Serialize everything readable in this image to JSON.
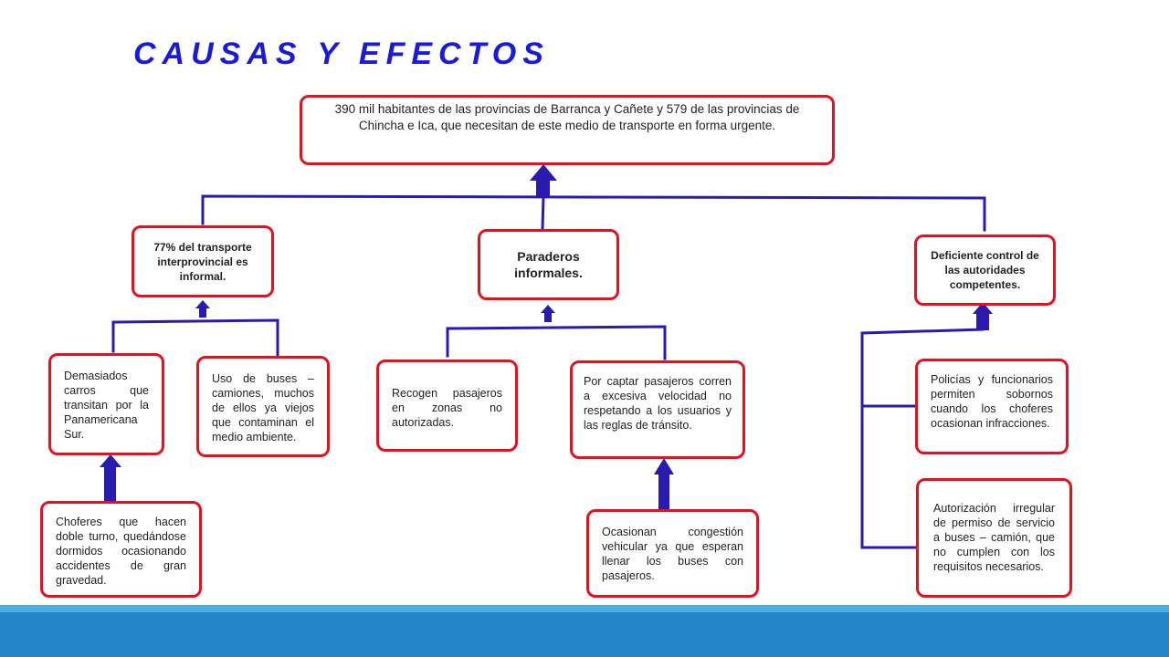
{
  "title": "CAUSAS Y EFECTOS",
  "colors": {
    "line": "#2a1bb0",
    "arrow": "#2a1bb0",
    "border": "#e8101e",
    "title": "#1a1adb",
    "footer": "#2486c7"
  },
  "boxes": {
    "top": "390 mil habitantes de las provincias de Barranca y Cañete y 579 de las provincias de Chincha e Ica, que necesitan de este medio de transporte en forma urgente.",
    "informal": "77% del transporte interprovincial es informal.",
    "paraderos": "Paraderos informales.",
    "control": "Deficiente control de las autoridades competentes.",
    "carros": "Demasiados carros que transitan por la Panamericana Sur.",
    "buses": "Uso de buses – camiones, muchos de ellos ya viejos que contaminan el medio ambiente.",
    "recogen": "Recogen pasajeros en zonas no autorizadas.",
    "captar": "Por captar pasajeros corren a excesiva velocidad no respetando a los usuarios y las reglas de tránsito.",
    "policias": "Policías y funcionarios permiten sobornos cuando los choferes ocasionan infracciones.",
    "choferes": "Choferes que hacen doble turno, quedándose dormidos ocasionando accidentes de gran gravedad.",
    "congestion": "Ocasionan congestión vehicular ya que esperan llenar los buses con pasajeros.",
    "autorizacion": "Autorización irregular de permiso de servicio a buses – camión, que no cumplen con los requisitos necesarios."
  }
}
